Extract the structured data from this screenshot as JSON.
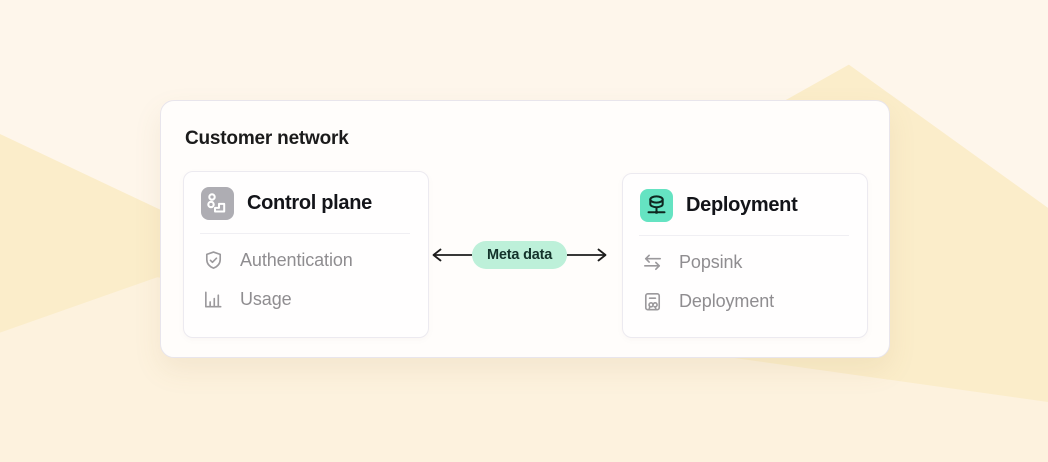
{
  "network": {
    "title": "Customer network"
  },
  "cards": {
    "control_plane": {
      "title": "Control plane",
      "icon": "control-plane-icon",
      "items": [
        {
          "label": "Authentication",
          "icon": "shield-check-icon"
        },
        {
          "label": "Usage",
          "icon": "bar-chart-icon"
        }
      ]
    },
    "deployment": {
      "title": "Deployment",
      "icon": "database-network-icon",
      "items": [
        {
          "label": "Popsink",
          "icon": "transfer-arrows-icon"
        },
        {
          "label": "Deployment",
          "icon": "certificate-icon"
        }
      ]
    }
  },
  "connector": {
    "label": "Meta data"
  },
  "colors": {
    "page_background": "#FEF6EB",
    "background_shape_yellow": "#FBEDCA",
    "background_shape_soft": "#FDF2DE",
    "outer_card_bg": "#FFFDFB",
    "inner_card_bg": "#FFFEFE",
    "gray_icon_bg": "#AEADB3",
    "mint_icon_bg": "#65E3C2",
    "badge_bg": "#BDF0D9",
    "badge_text": "#14332B",
    "title_text": "#1B1B1B",
    "item_text": "#8F8D90",
    "arrow": "#1C1C1C"
  }
}
